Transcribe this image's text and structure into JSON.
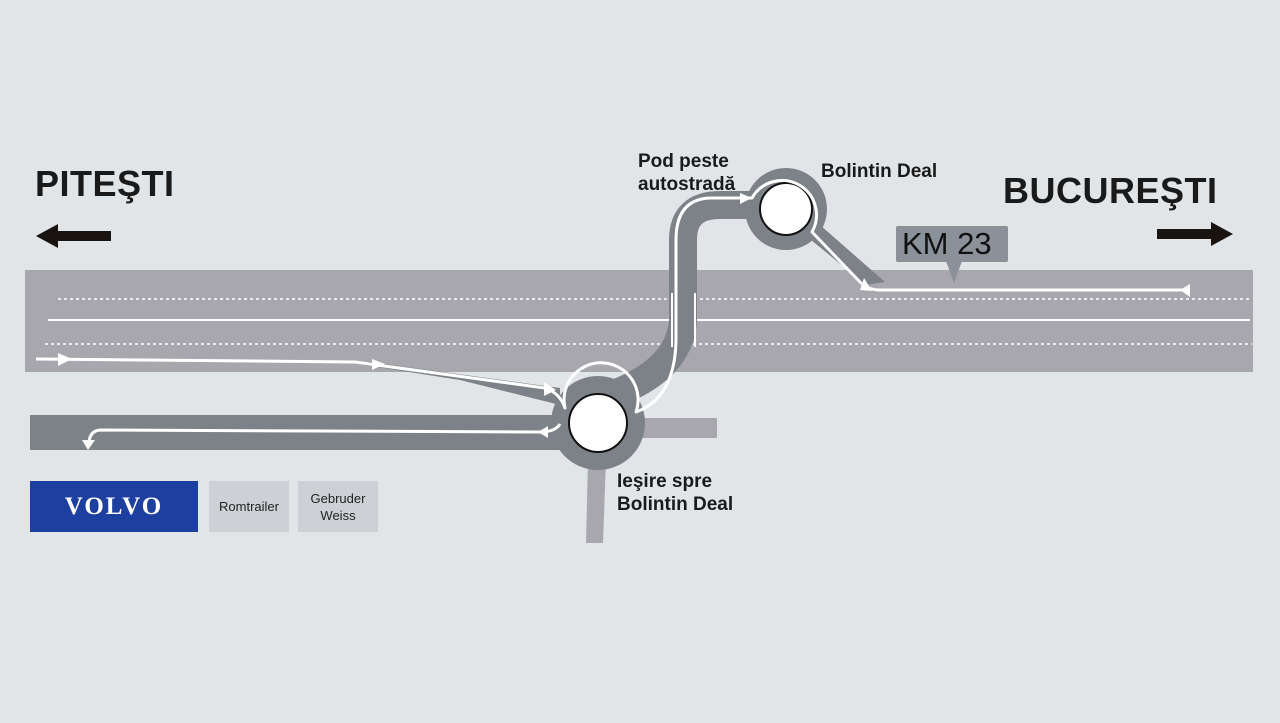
{
  "cities": {
    "left": "PITEŞTI",
    "right": "BUCUREŞTI"
  },
  "labels": {
    "bridge_line1": "Pod peste",
    "bridge_line2": "autostradă",
    "roundabout_top": "Bolintin Deal",
    "exit_line1": "Ieşire spre",
    "exit_line2": "Bolintin Deal",
    "km_marker": "KM 23"
  },
  "logos": {
    "volvo": "VOLVO",
    "romtrailer": "Romtrailer",
    "gebruder_line1": "Gebruder",
    "gebruder_line2": "Weiss"
  },
  "icons": {
    "left": "arrow-left-icon",
    "right": "arrow-right-icon"
  },
  "colors": {
    "background": "#e1e5e8",
    "highway": "#a8a7ae",
    "road": "#7d8288",
    "route": "#ffffff",
    "volvo_blue": "#1c3fa0"
  }
}
